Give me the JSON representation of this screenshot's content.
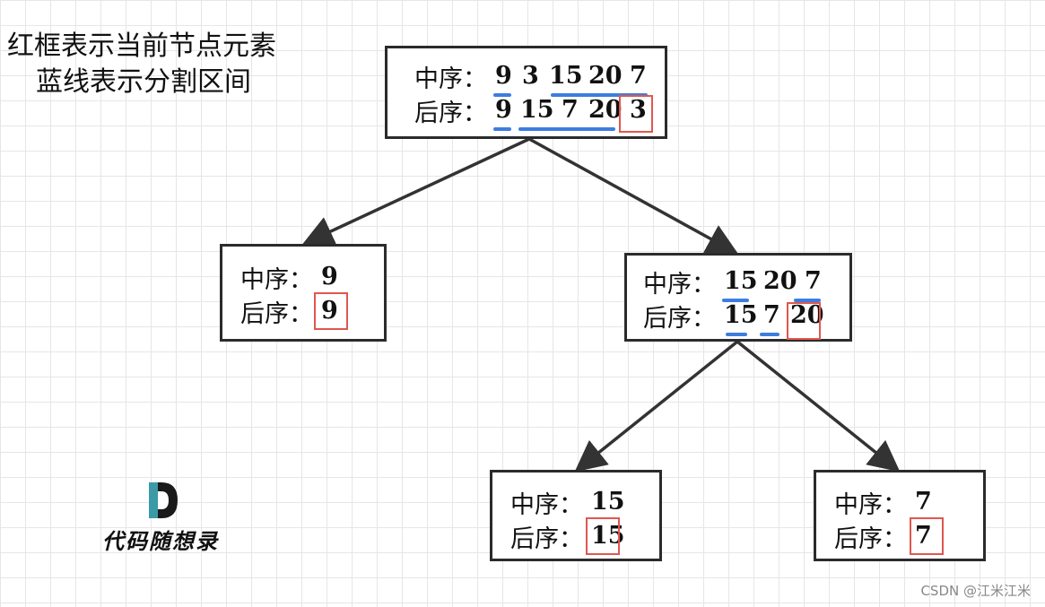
{
  "legend": {
    "line1": "红框表示当前节点元素",
    "line2": "蓝线表示分割区间"
  },
  "labels": {
    "inorder": "中序：",
    "postorder": "后序："
  },
  "nodes": {
    "root": {
      "inorder": [
        "9",
        "3",
        "15",
        "20",
        "7"
      ],
      "postorder": [
        "9",
        "15",
        "7",
        "20",
        "3"
      ]
    },
    "left": {
      "inorder": [
        "9"
      ],
      "postorder": [
        "9"
      ]
    },
    "right": {
      "inorder": [
        "15",
        "20",
        "7"
      ],
      "postorder": [
        "15",
        "7",
        "20"
      ]
    },
    "right_left": {
      "inorder": [
        "15"
      ],
      "postorder": [
        "15"
      ]
    },
    "right_right": {
      "inorder": [
        "7"
      ],
      "postorder": [
        "7"
      ]
    }
  },
  "logo": {
    "text": "代码随想录"
  },
  "watermark": "CSDN @江米江米",
  "colors": {
    "current_node_box": "#e0574f",
    "split_line": "#3d7de0",
    "edge": "#333333"
  }
}
